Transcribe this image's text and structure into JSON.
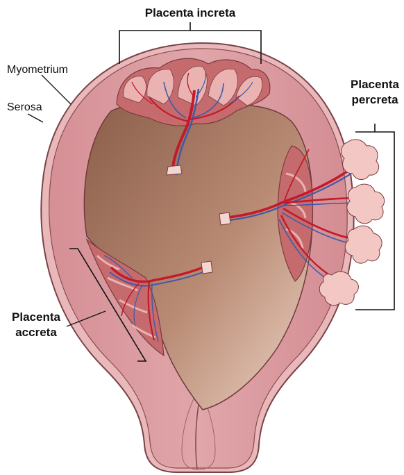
{
  "labels": {
    "myometrium": "Myometrium",
    "serosa": "Serosa",
    "placenta_increta": "Placenta increta",
    "placenta_percreta": [
      "Placenta",
      "percreta"
    ],
    "placenta_accreta": [
      "Placenta",
      "accreta"
    ]
  },
  "colors": {
    "serosa": "#e8b3b6",
    "myometrium": "#d9979c",
    "cavity_dark": "#8b5e4b",
    "cavity_light": "#e2c2b3",
    "placenta": "#c56b6e",
    "villi": "#f2c7c4",
    "artery": "#c21a2a",
    "vein": "#3d5aa8",
    "outline": "#6e3a3c"
  }
}
